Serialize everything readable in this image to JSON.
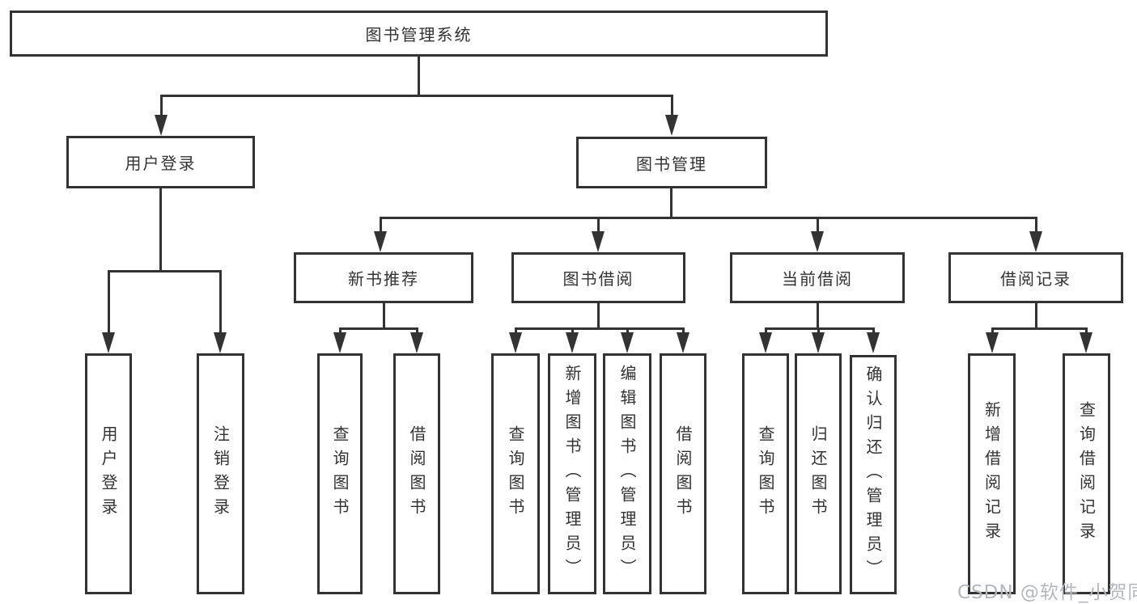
{
  "diagram": {
    "root": {
      "label": "图书管理系统"
    },
    "branches": [
      {
        "label": "用户登录",
        "children": [
          {
            "label": "用户登录"
          },
          {
            "label": "注销登录"
          }
        ]
      },
      {
        "label": "图书管理",
        "children": [
          {
            "label": "新书推荐",
            "children": [
              {
                "label": "查询图书"
              },
              {
                "label": "借阅图书"
              }
            ]
          },
          {
            "label": "图书借阅",
            "children": [
              {
                "label": "查询图书"
              },
              {
                "label": "新增图书（管理员）"
              },
              {
                "label": "编辑图书（管理员）"
              },
              {
                "label": "借阅图书"
              }
            ]
          },
          {
            "label": "当前借阅",
            "children": [
              {
                "label": "查询图书"
              },
              {
                "label": "归还图书"
              },
              {
                "label": "确认归还（管理员）"
              }
            ]
          },
          {
            "label": "借阅记录",
            "children": [
              {
                "label": "新增借阅记录"
              },
              {
                "label": "查询借阅记录"
              }
            ]
          }
        ]
      }
    ]
  },
  "watermark": {
    "text": "CSDN @软件_小贺同学"
  },
  "colors": {
    "line": "#333333",
    "text": "#333333",
    "background": "#ffffff",
    "watermark": "#b4b8be"
  }
}
